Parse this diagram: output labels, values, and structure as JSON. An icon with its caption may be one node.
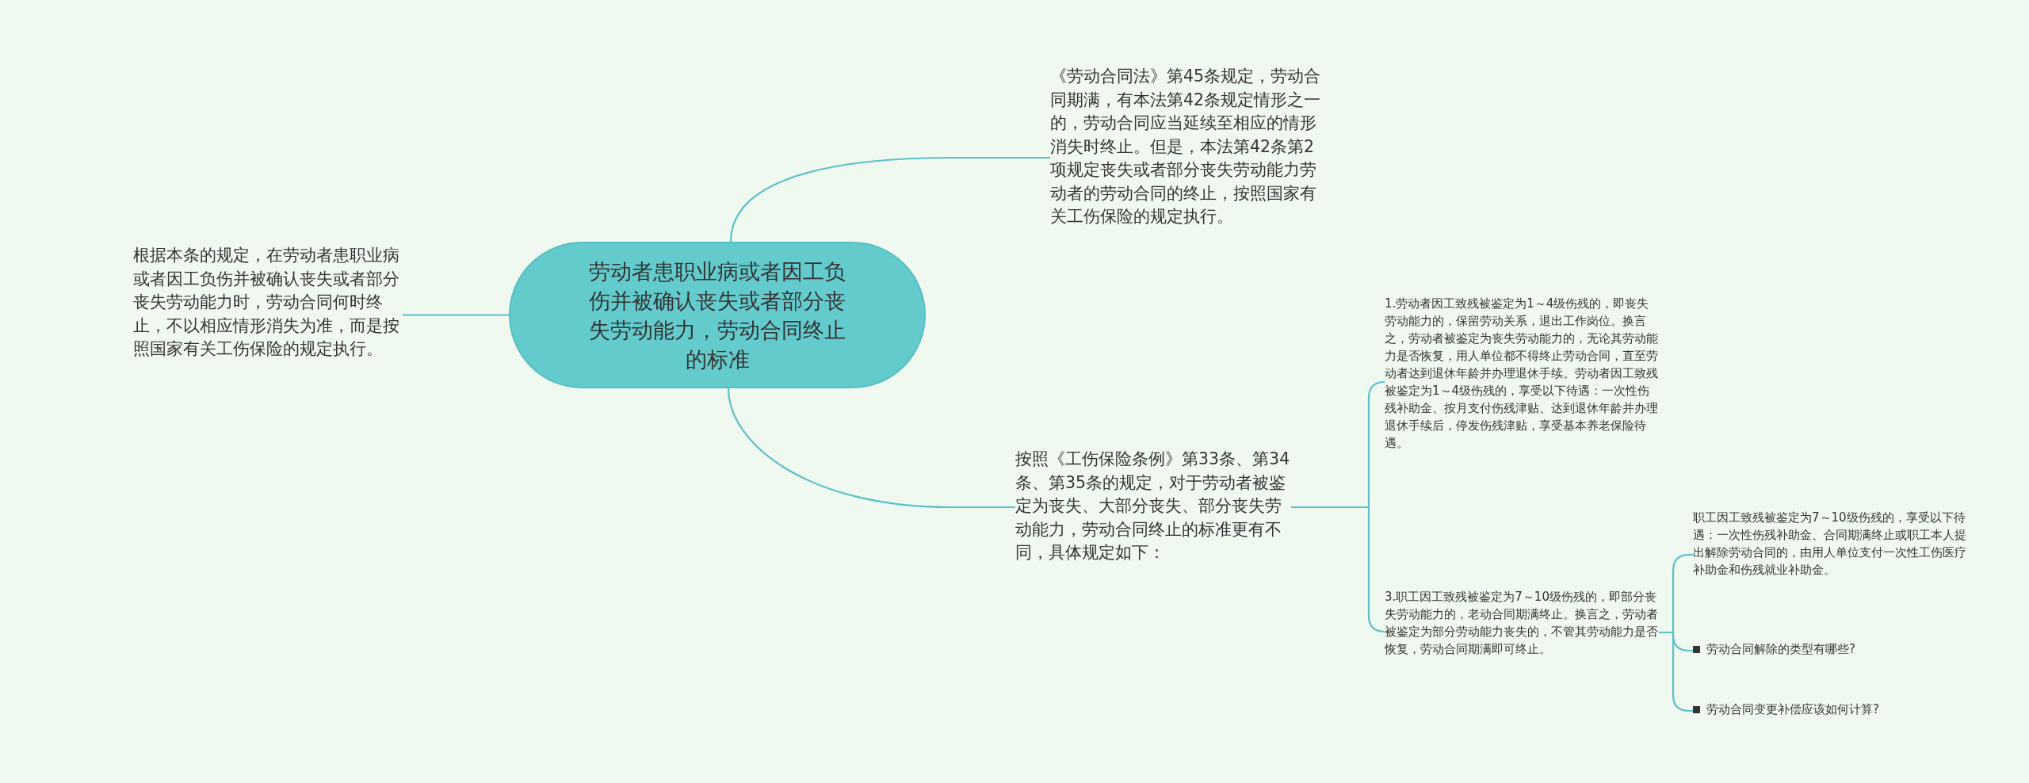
{
  "diagram": {
    "nodes": [
      {
        "text": [
          "劳动者患职业病或者因工负伤并被确认丧失或者部分丧失劳动能力，劳动合同终止的标准"
        ]
      },
      {
        "text": [
          "根据本条的规定，在劳动者患职业病或者因工负伤并被确认丧失或者部分丧失劳动能力时，劳动合同何时终止，不以相应情形消失为准，而是按照国家有关工伤保险的规定执行。"
        ]
      },
      {
        "text": [
          "《劳动合同法》第45条规定，劳动合同期满，有本法第42条规定情形之一的，劳动合同应当延续至相应的情形消失时终止。但是，本法第42条第2项规定丧失或者部分丧失劳动能力劳动者的劳动合同的终止，按照国家有关工伤保险的规定执行。"
        ]
      },
      {
        "text": [
          "按照《工伤保险条例》第33条、第34条、第35条的规定，对于劳动者被鉴定为丧失、大部分丧失、部分丧失劳动能力，劳动合同终止的标准更有不同，具体规定如下："
        ]
      },
      {
        "text": [
          "1.劳动者因工致残被鉴定为1～4级伤残的，即丧失劳动能力的，保留劳动关系，退出工作岗位。换言之，劳动者被鉴定为丧失劳动能力的，无论其劳动能力是否恢复，用人单位都不得终止劳动合同，直至劳动者达到退休年龄并办理退休手续。劳动者因工致残被鉴定为1～4级伤残的，享受以下待遇：一次性伤残补助金、按月支付伤残津贴、达到退休年龄并办理退休手续后，停发伤残津贴，享受基本养老保险待遇。"
        ]
      },
      {
        "text": [
          "3.职工因工致残被鉴定为7～10级伤残的，即部分丧失劳动能力的，老动合同期满终止。换言之，劳动者被鉴定为部分劳动能力丧失的，不管其劳动能力是否恢复，劳动合同期满即可终止。"
        ]
      },
      {
        "text": [
          "职工因工致残被鉴定为7～10级伤残的，享受以下待遇：一次性伤残补助金、合同期满终止或职工本人提出解除劳动合同的，由用人单位支付一次性工伤医疗补助金和伤残就业补助金。"
        ]
      },
      {
        "text": [
          "劳动合同解除的类型有哪些?"
        ]
      },
      {
        "text": [
          "劳动合同变更补偿应该如何计算?"
        ]
      }
    ],
    "edges": [
      {
        "from": 0,
        "to": 1,
        "arrow": "none"
      },
      {
        "from": 0,
        "to": 2,
        "arrow": "none"
      },
      {
        "from": 0,
        "to": 3,
        "arrow": "none"
      },
      {
        "from": 3,
        "to": 4,
        "arrow": "none"
      },
      {
        "from": 3,
        "to": 5,
        "arrow": "none"
      },
      {
        "from": 5,
        "to": 6,
        "arrow": "none"
      },
      {
        "from": 5,
        "to": 7,
        "arrow": "none"
      },
      {
        "from": 5,
        "to": 8,
        "arrow": "none"
      }
    ]
  }
}
